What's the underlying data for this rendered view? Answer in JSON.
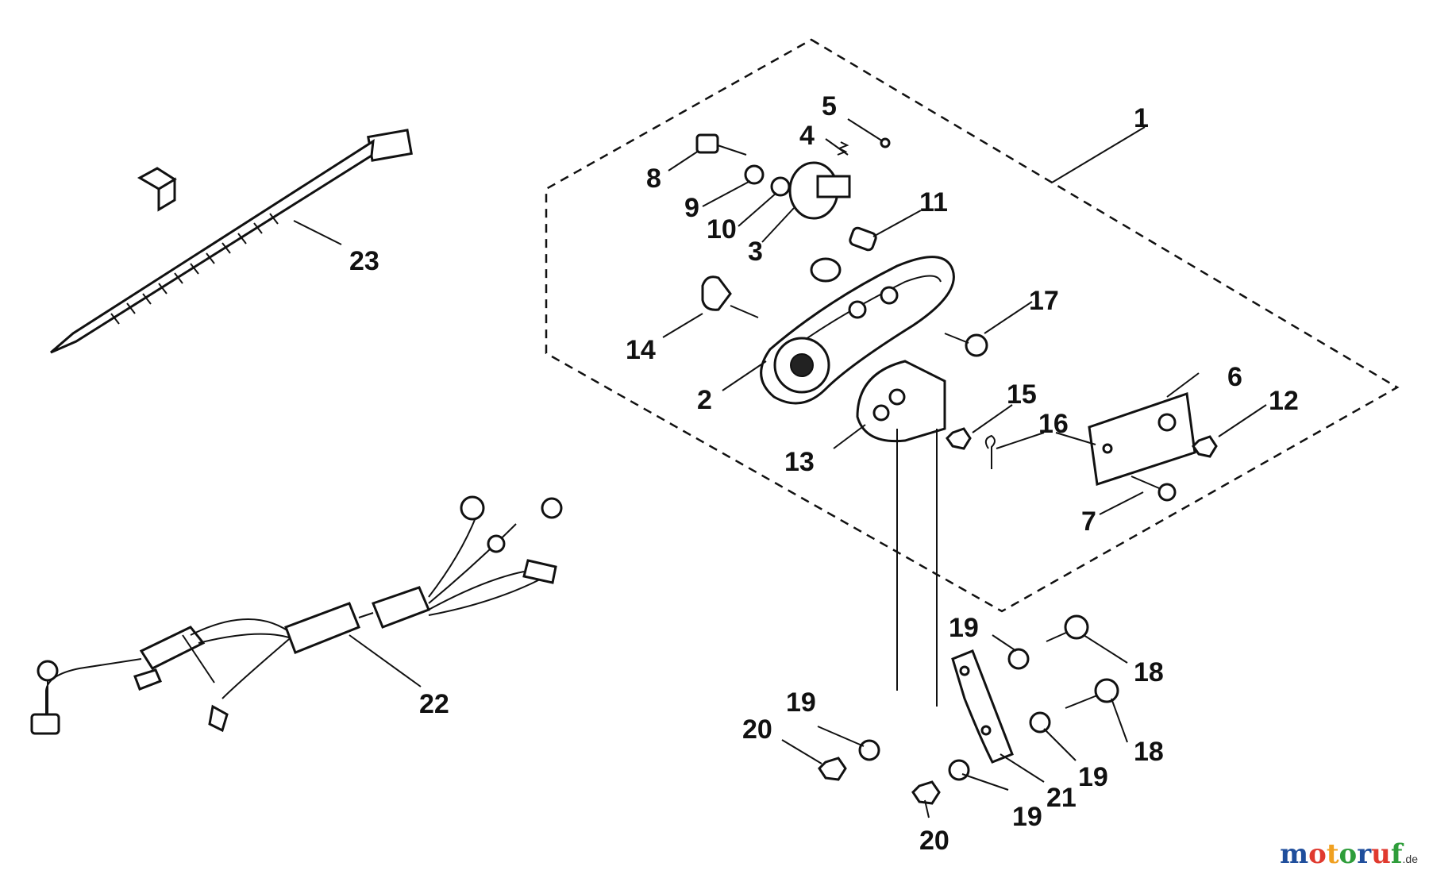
{
  "diagram": {
    "callouts": [
      {
        "id": "c1",
        "text": "1"
      },
      {
        "id": "c2",
        "text": "2"
      },
      {
        "id": "c3",
        "text": "3"
      },
      {
        "id": "c4",
        "text": "4"
      },
      {
        "id": "c5",
        "text": "5"
      },
      {
        "id": "c6",
        "text": "6"
      },
      {
        "id": "c7",
        "text": "7"
      },
      {
        "id": "c8",
        "text": "8"
      },
      {
        "id": "c9",
        "text": "9"
      },
      {
        "id": "c10",
        "text": "10"
      },
      {
        "id": "c11",
        "text": "11"
      },
      {
        "id": "c12",
        "text": "12"
      },
      {
        "id": "c13",
        "text": "13"
      },
      {
        "id": "c14",
        "text": "14"
      },
      {
        "id": "c15",
        "text": "15"
      },
      {
        "id": "c16",
        "text": "16"
      },
      {
        "id": "c17",
        "text": "17"
      },
      {
        "id": "c18a",
        "text": "18"
      },
      {
        "id": "c18b",
        "text": "18"
      },
      {
        "id": "c19a",
        "text": "19"
      },
      {
        "id": "c19b",
        "text": "19"
      },
      {
        "id": "c19c",
        "text": "19"
      },
      {
        "id": "c19d",
        "text": "19"
      },
      {
        "id": "c20a",
        "text": "20"
      },
      {
        "id": "c20b",
        "text": "20"
      },
      {
        "id": "c21",
        "text": "21"
      },
      {
        "id": "c22",
        "text": "22"
      },
      {
        "id": "c23",
        "text": "23"
      }
    ]
  },
  "watermark": {
    "letters": [
      {
        "ch": "m",
        "color": "#1f4e9c"
      },
      {
        "ch": "o",
        "color": "#e03a2f"
      },
      {
        "ch": "t",
        "color": "#f0a020"
      },
      {
        "ch": "o",
        "color": "#2e9d3a"
      },
      {
        "ch": "r",
        "color": "#1f4e9c"
      },
      {
        "ch": "u",
        "color": "#e03a2f"
      },
      {
        "ch": "f",
        "color": "#2e9d3a"
      }
    ],
    "suffix": ".de"
  }
}
